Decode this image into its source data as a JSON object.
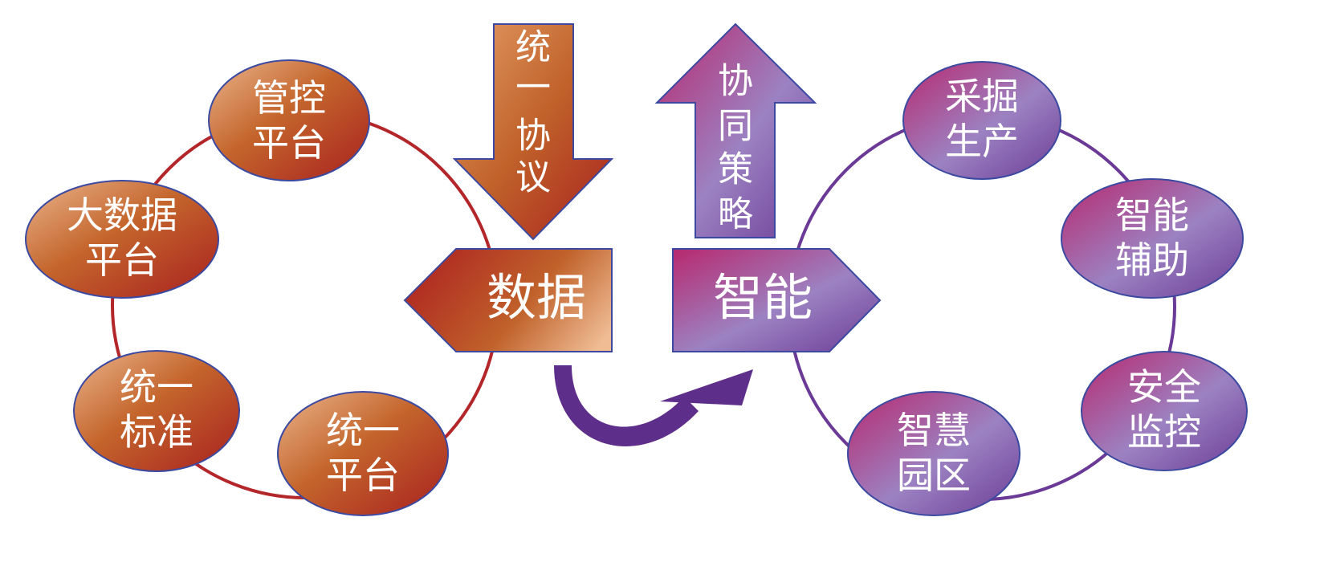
{
  "colors": {
    "orange_light": "#e8a77a",
    "orange_mid": "#c0612a",
    "orange_red": "#b02a22",
    "purple_light": "#9c82c2",
    "purple_mid": "#6c3c96",
    "magenta": "#b8286e",
    "left_ring": "#b3262a",
    "right_ring": "#6a3a96",
    "curved_arrow": "#5e2f8a",
    "node_border": "#3b4aa0"
  },
  "left_cycle": {
    "nodes": [
      {
        "line1": "管控",
        "line2": "平台"
      },
      {
        "line1": "大数据",
        "line2": "平台"
      },
      {
        "line1": "统一",
        "line2": "标准"
      },
      {
        "line1": "统一",
        "line2": "平台"
      }
    ]
  },
  "right_cycle": {
    "nodes": [
      {
        "line1": "采掘",
        "line2": "生产"
      },
      {
        "line1": "智能",
        "line2": "辅助"
      },
      {
        "line1": "安全",
        "line2": "监控"
      },
      {
        "line1": "智慧",
        "line2": "园区"
      }
    ]
  },
  "down_arrow": {
    "chars": [
      "统",
      "一",
      "协",
      "议"
    ]
  },
  "up_arrow": {
    "chars": [
      "协",
      "同",
      "策",
      "略"
    ]
  },
  "data_block": {
    "label": "数据"
  },
  "intel_block": {
    "label": "智能"
  }
}
